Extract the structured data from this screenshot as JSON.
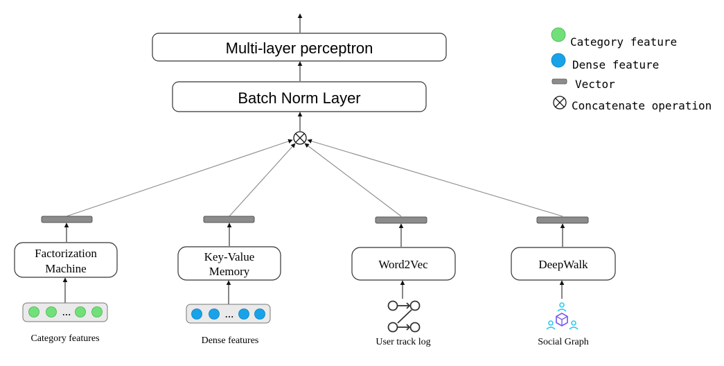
{
  "top_blocks": {
    "mlp_label": "Multi-layer perceptron",
    "batchnorm_label": "Batch Norm Layer"
  },
  "legend": {
    "category_label": "Category feature",
    "dense_label": "Dense feature",
    "vector_label": "Vector",
    "concat_label": "Concatenate operation"
  },
  "branches": [
    {
      "line1": "Factorization",
      "line2": "Machine",
      "caption": "Category features"
    },
    {
      "line1": "Key-Value",
      "line2": "Memory",
      "caption": "Dense features"
    },
    {
      "line1": "Word2Vec",
      "caption": "User track log"
    },
    {
      "line1": "DeepWalk",
      "caption": "Social Graph"
    }
  ],
  "feature_rows": {
    "ellipsis": "..."
  },
  "colors": {
    "category_dot": "#72e07a",
    "dense_dot": "#18a3e8",
    "vector_bar": "#8c8c8c",
    "graph_icon": "#2ec9f0",
    "graph_cube": "#7b5cf0"
  },
  "icons": {
    "concat": "circled-times-icon",
    "user_track_log": "path-nodes-icon",
    "social_graph": "network-cube-icon"
  }
}
